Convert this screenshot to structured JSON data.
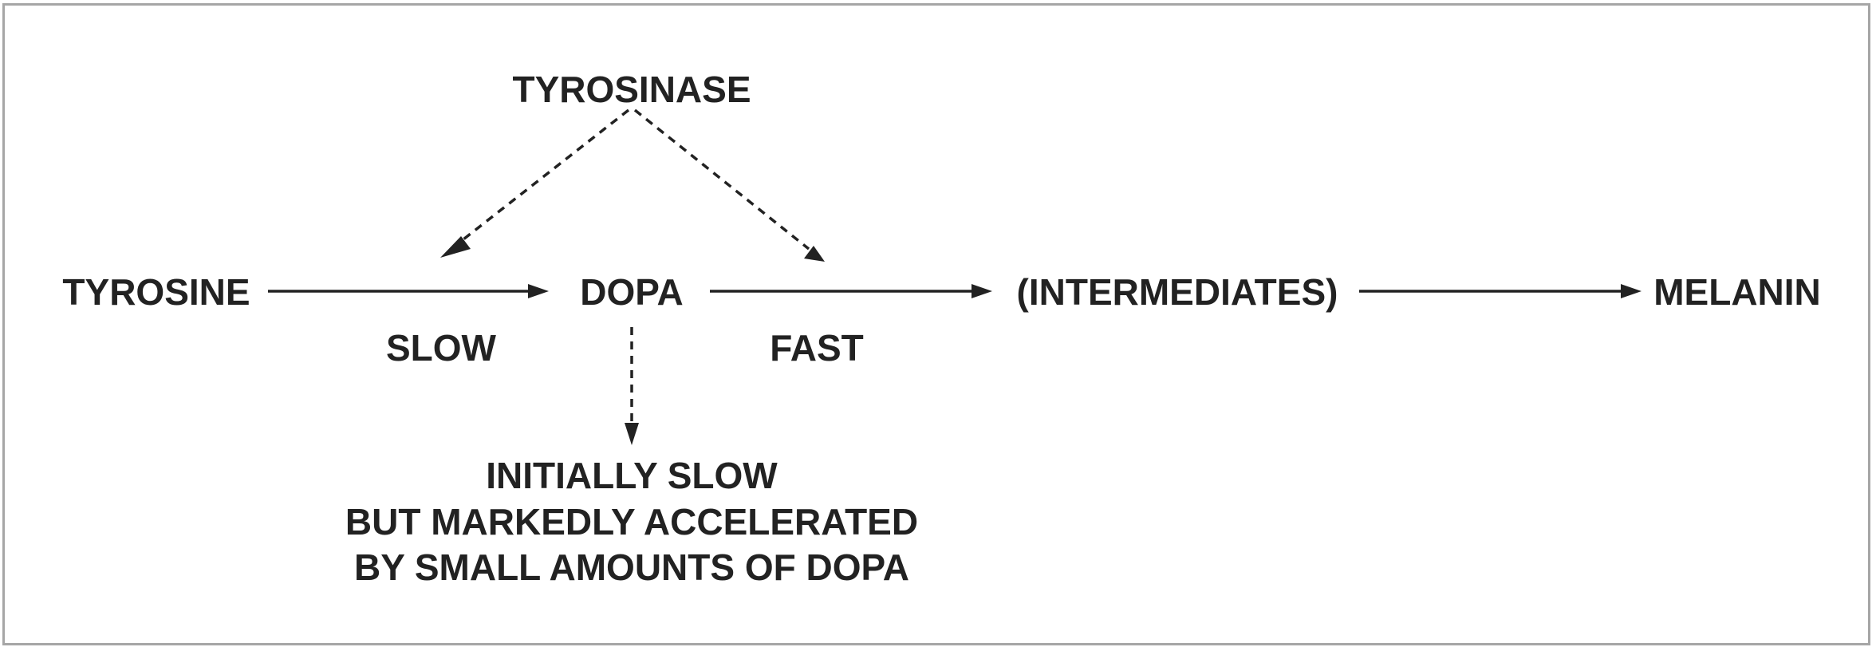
{
  "nodes": {
    "tyrosinase": "TYROSINASE",
    "tyrosine": "TYROSINE",
    "dopa": "DOPA",
    "intermediates": "(INTERMEDIATES)",
    "melanin": "MELANIN"
  },
  "rates": {
    "slow": "SLOW",
    "fast": "FAST"
  },
  "note": {
    "line1": "INITIALLY SLOW",
    "line2": "BUT MARKEDLY ACCELERATED",
    "line3": "BY SMALL AMOUNTS OF DOPA"
  }
}
